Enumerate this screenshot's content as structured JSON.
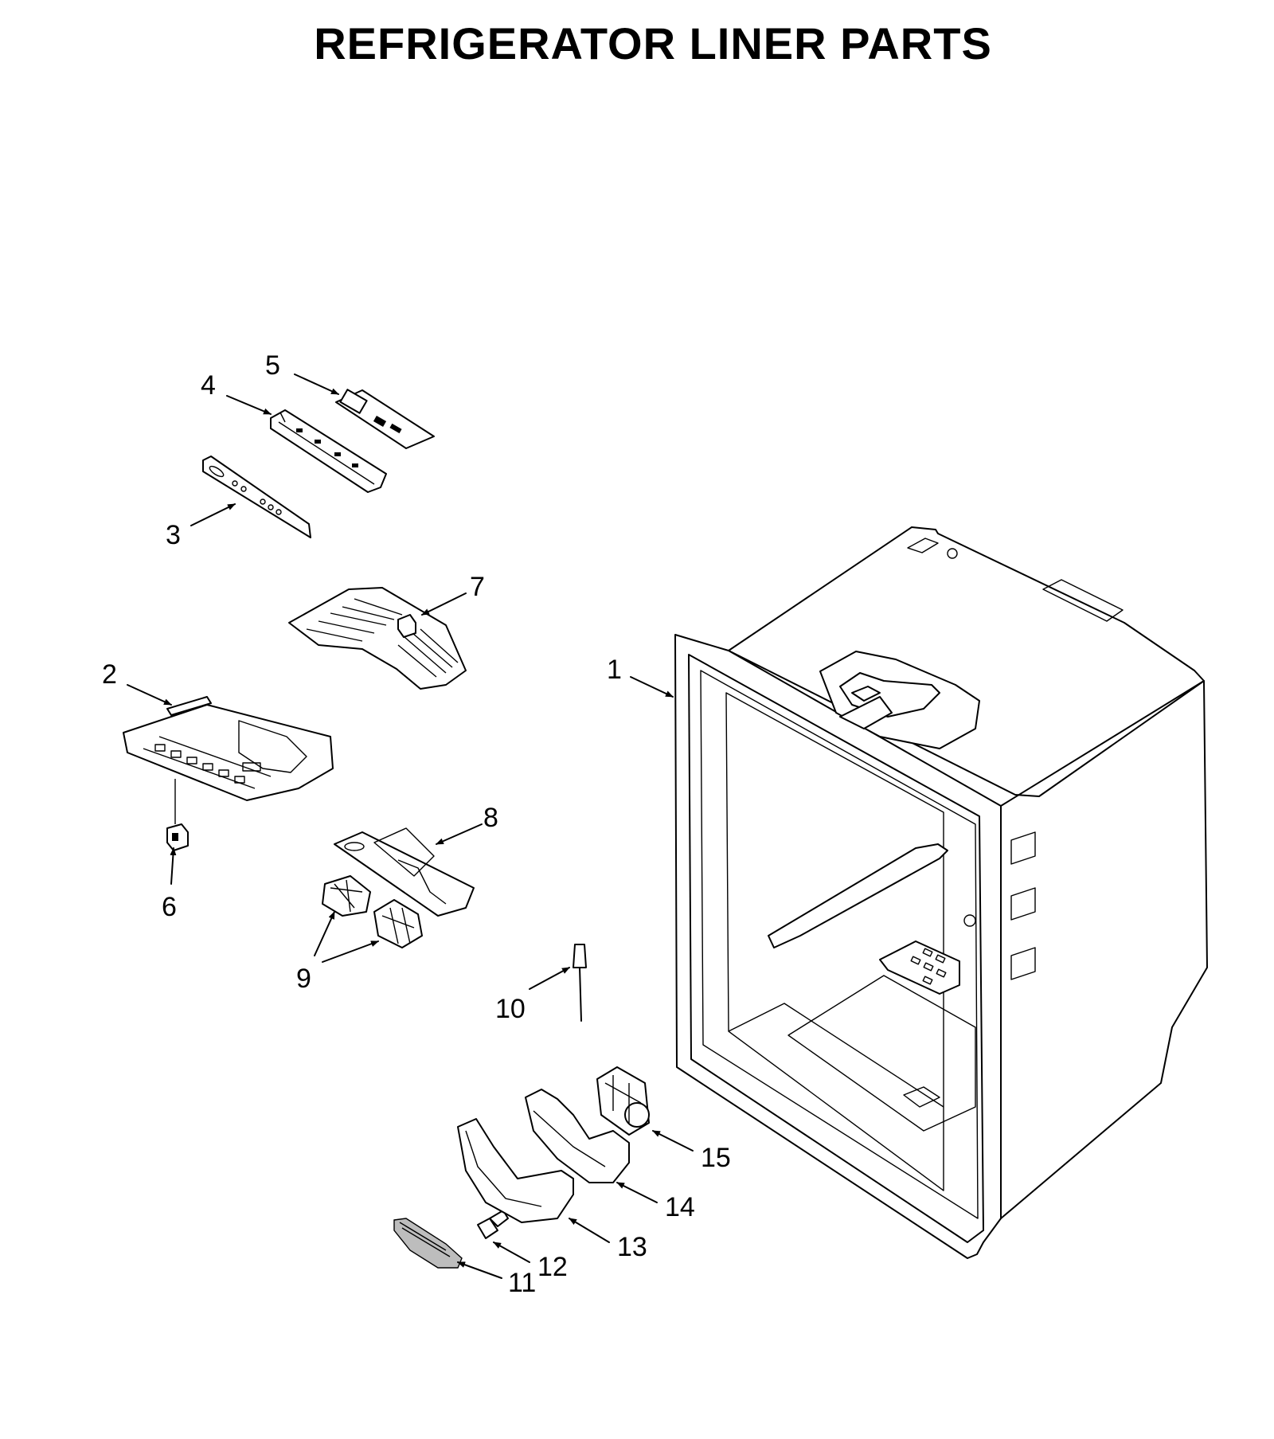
{
  "title": "REFRIGERATOR LINER PARTS",
  "callouts": [
    "1",
    "2",
    "3",
    "4",
    "5",
    "6",
    "7",
    "8",
    "9",
    "10",
    "11",
    "12",
    "13",
    "14",
    "15"
  ],
  "colors": {
    "line": "#000000",
    "background": "#ffffff"
  }
}
